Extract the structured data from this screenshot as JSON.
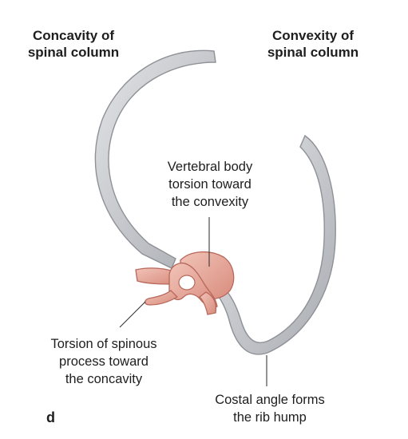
{
  "labels": {
    "concavity": [
      "Concavity of",
      "spinal column"
    ],
    "convexity": [
      "Convexity of",
      "spinal column"
    ],
    "vertebral_body": [
      "Vertebral body",
      "torsion toward",
      "the convexity"
    ],
    "spinous_process": [
      "Torsion of spinous",
      "process toward",
      "the concavity"
    ],
    "costal_angle": [
      "Costal angle forms",
      "the rib hump"
    ],
    "panel_letter": "d"
  },
  "colors": {
    "rib_fill": "#c9cbcf",
    "rib_edge": "#8e9196",
    "vertebra_fill": "#e8a99c",
    "vertebra_edge": "#b8675a",
    "leader_line": "#2a2a2a"
  }
}
